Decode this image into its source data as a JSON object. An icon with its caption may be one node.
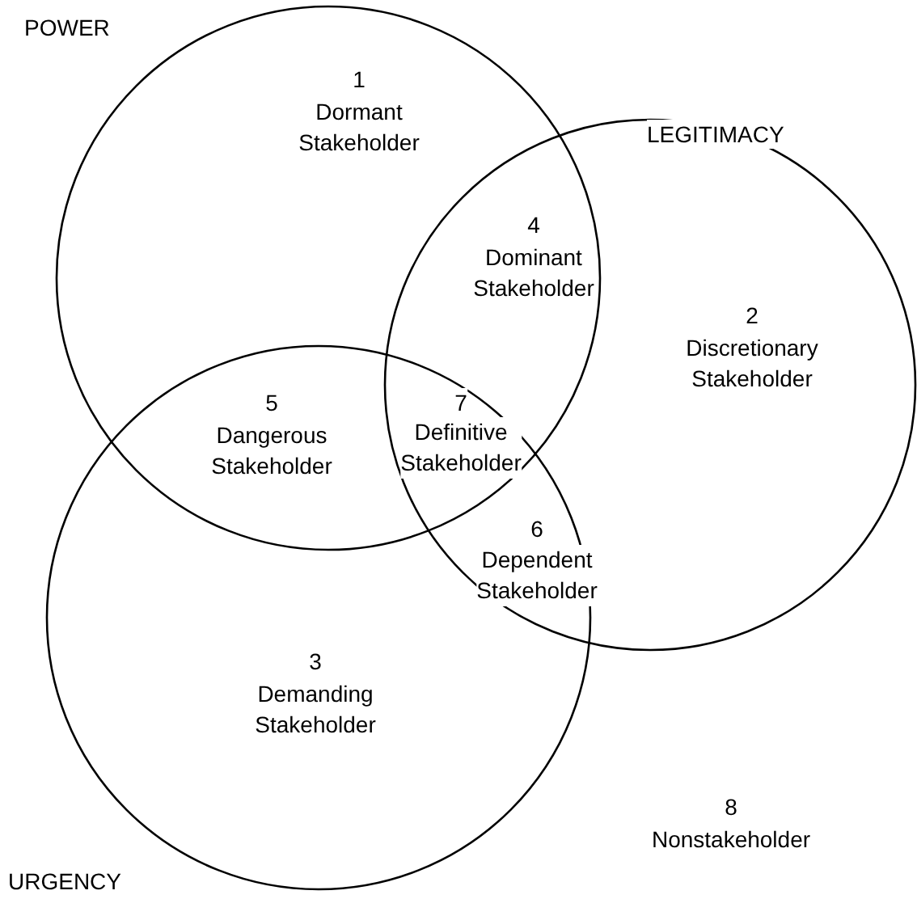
{
  "diagram": {
    "nodes": [
      {
        "text": [
          "POWER"
        ]
      },
      {
        "text": [
          "LEGITIMACY"
        ]
      },
      {
        "text": [
          "URGENCY"
        ]
      }
    ],
    "labels": [
      "1",
      "Dormant Stakeholder",
      "4",
      "Dominant Stakeholder",
      "2",
      "Discretionary Stakeholder",
      "5",
      "Dangerous Stakeholder",
      "7",
      "Definitive Stakeholder",
      "6",
      "Dependent Stakeholder",
      "3",
      "Demanding Stakeholder",
      "8",
      "Nonstakeholder"
    ]
  }
}
